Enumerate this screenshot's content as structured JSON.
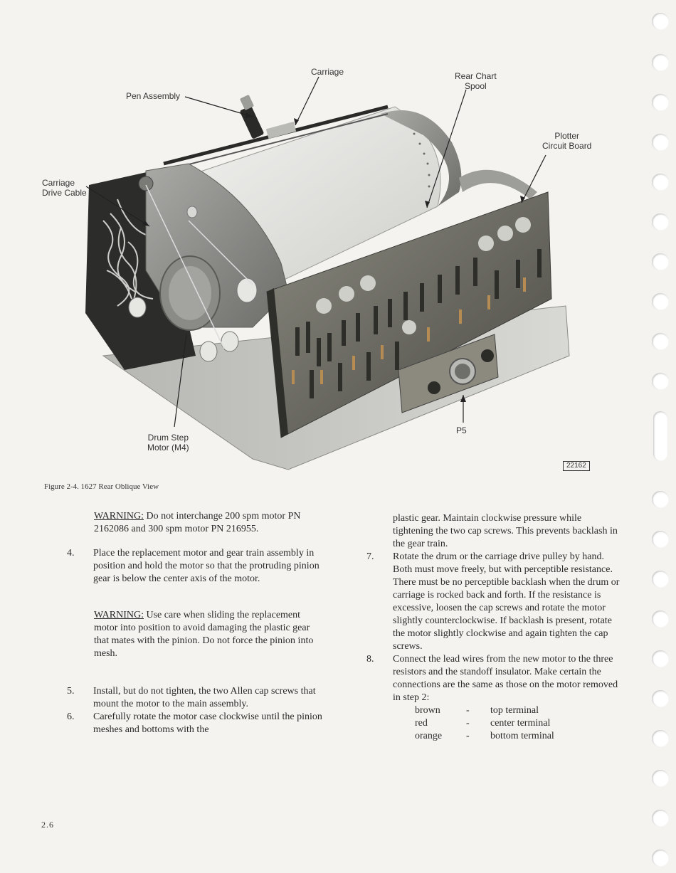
{
  "figure": {
    "callouts": {
      "pen_assembly": "Pen Assembly",
      "carriage": "Carriage",
      "rear_chart_spool": "Rear Chart\nSpool",
      "plotter_circuit_board": "Plotter\nCircuit Board",
      "carriage_drive_cable": "Carriage\nDrive Cable",
      "drum_step_motor": "Drum Step\nMotor (M4)",
      "p5": "P5"
    },
    "id_box": "22162",
    "caption": "Figure 2-4.  1627 Rear Oblique View"
  },
  "left_column": {
    "warning1": {
      "label": "WARNING:",
      "text": "Do not interchange 200 spm motor PN 2162086 and 300 spm motor PN 216955."
    },
    "step4": {
      "num": "4.",
      "text": "Place the replacement motor and gear train assembly in position and hold the motor so that the protruding pinion gear is below the center axis of the motor."
    },
    "warning2": {
      "label": "WARNING:",
      "text": "Use care when sliding the replacement motor into position to avoid damaging the plastic gear that mates with the pinion.  Do not force the pinion into mesh."
    },
    "step5": {
      "num": "5.",
      "text": "Install, but do not tighten, the two Allen cap screws that mount the motor to the main assembly."
    },
    "step6": {
      "num": "6.",
      "text": "Carefully rotate the motor case clockwise until the pinion meshes and bottoms with the"
    }
  },
  "right_column": {
    "step6_cont": "plastic gear.  Maintain clockwise pressure while tightening the two cap screws.  This prevents backlash in the gear train.",
    "step7": {
      "num": "7.",
      "text": "Rotate the drum or the carriage drive pulley by hand.  Both must move freely, but with perceptible resistance.  There must be no perceptible backlash when the drum or carriage is rocked back and forth.  If the resistance is excessive, loosen the cap screws and rotate the motor slightly counterclockwise.  If backlash is present, rotate the motor slightly clockwise and again tighten the cap screws."
    },
    "step8": {
      "num": "8.",
      "text": "Connect the lead wires from the new motor to the three resistors and the standoff insulator.  Make certain the connections are the same as those on the motor removed in step 2:"
    },
    "wires": [
      {
        "color": "brown",
        "dash": "-",
        "terminal": "top terminal"
      },
      {
        "color": "red",
        "dash": "-",
        "terminal": "center terminal"
      },
      {
        "color": "orange",
        "dash": "-",
        "terminal": "bottom terminal"
      }
    ]
  },
  "folio": "2.6"
}
